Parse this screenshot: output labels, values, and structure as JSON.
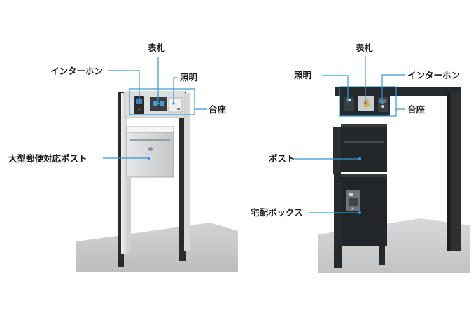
{
  "colors": {
    "callout": "#2f9ad6",
    "left_frame": "#2b2b2b",
    "left_panel": "#d9dadb",
    "right_unit": "#25292b",
    "floor": "#c8c8c8"
  },
  "left_unit": {
    "labels": {
      "nameplate": "表札",
      "intercom": "インターホン",
      "light": "照明",
      "base": "台座",
      "mailbox": "大型郵便対応ポスト"
    }
  },
  "right_unit": {
    "labels": {
      "nameplate": "表札",
      "light": "照明",
      "intercom": "インターホン",
      "base": "台座",
      "mailbox": "ポスト",
      "delivery_box": "宅配ボックス"
    }
  }
}
